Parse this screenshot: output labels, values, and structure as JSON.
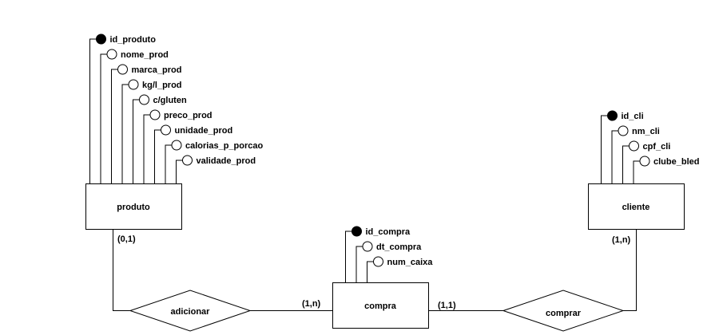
{
  "entities": {
    "produto": {
      "name": "produto",
      "attributes": [
        {
          "label": "id_produto",
          "key": true
        },
        {
          "label": "nome_prod",
          "key": false
        },
        {
          "label": "marca_prod",
          "key": false
        },
        {
          "label": "kg/l_prod",
          "key": false
        },
        {
          "label": "c/gluten",
          "key": false
        },
        {
          "label": "preco_prod",
          "key": false
        },
        {
          "label": "unidade_prod",
          "key": false
        },
        {
          "label": "calorias_p_porcao",
          "key": false
        },
        {
          "label": "validade_prod",
          "key": false
        }
      ]
    },
    "cliente": {
      "name": "cliente",
      "attributes": [
        {
          "label": "id_cli",
          "key": true
        },
        {
          "label": "nm_cli",
          "key": false
        },
        {
          "label": "cpf_cli",
          "key": false
        },
        {
          "label": "clube_bled",
          "key": false
        }
      ]
    },
    "compra": {
      "name": "compra",
      "attributes": [
        {
          "label": "id_compra",
          "key": true
        },
        {
          "label": "dt_compra",
          "key": false
        },
        {
          "label": "num_caixa",
          "key": false
        }
      ]
    }
  },
  "relationships": {
    "adicionar": {
      "name": "adicionar"
    },
    "comprar": {
      "name": "comprar"
    }
  },
  "cardinalities": {
    "produto_adicionar": "(0,1)",
    "compra_adicionar": "(1,n)",
    "compra_comprar": "(1,1)",
    "cliente_comprar": "(1,n)"
  }
}
